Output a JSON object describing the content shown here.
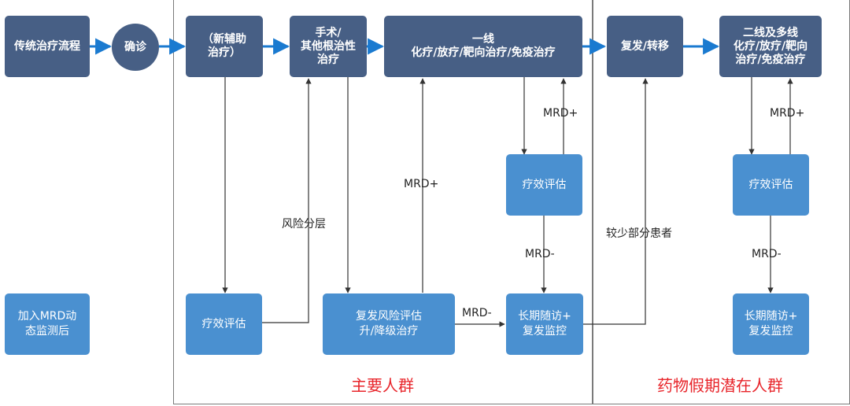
{
  "nodes": {
    "traditional": "传统治疗流程",
    "confirm": "确诊",
    "neoadjuvant": "（新辅助\n治疗）",
    "surgery": "手术/\n其他根治性\n治疗",
    "firstline": "一线\n化疗/放疗/靶向治疗/免疫治疗",
    "relapse": "复发/转移",
    "secondline": "二线及多线\n化疗/放疗/靶向\n治疗/免疫治疗",
    "mrd_add": "加入MRD动\n态监测后",
    "eval_left": "疗效评估",
    "risk_eval": "复发风险评估\n升/降级治疗",
    "eval_main": "疗效评估",
    "followup_main": "长期随访+\n复发监控",
    "eval_right": "疗效评估",
    "followup_right": "长期随访+\n复发监控"
  },
  "labels": {
    "risk_strat": "风险分层",
    "mrd_pos_center": "MRD+",
    "mrd_pos_main": "MRD+",
    "mrd_neg_main": "MRD-",
    "mrd_neg_risk": "MRD-",
    "few_patients": "较少部分患者",
    "mrd_pos_right": "MRD+",
    "mrd_neg_right": "MRD-"
  },
  "groups": {
    "main": "主要人群",
    "holiday": "药物假期潜在人群"
  },
  "colors": {
    "dark_box": "#475f85",
    "light_box": "#4a90d0",
    "blue_arrow": "#1a7ad0",
    "dark_arrow": "#333333",
    "group_text": "#e8242a",
    "frame": "#7a7a7a"
  }
}
